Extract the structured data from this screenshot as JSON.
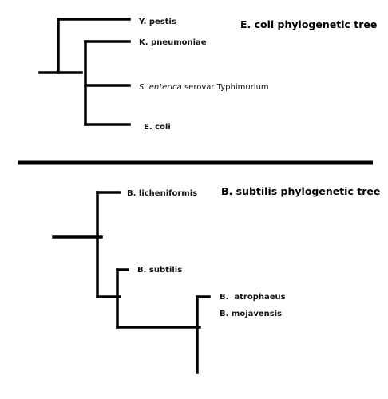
{
  "ecoli_tree": {
    "title": "E. coli phylogenetic tree",
    "taxa": {
      "y_pestis": "Y. pestis",
      "k_pneumoniae": "K. pneumoniae",
      "s_enterica_species": "S. enterica",
      "s_enterica_serovar": " serovar Typhimurium",
      "e_coli": "E. coli"
    }
  },
  "bsubtilis_tree": {
    "title": "B. subtilis phylogenetic tree",
    "taxa": {
      "b_licheniformis": "B. licheniformis",
      "b_subtilis": "B. subtilis",
      "b_atrophaeus": "B.  atrophaeus",
      "b_mojavensis": "B. mojavensis"
    }
  },
  "colors": {
    "line": "#000000",
    "background": "#ffffff"
  }
}
